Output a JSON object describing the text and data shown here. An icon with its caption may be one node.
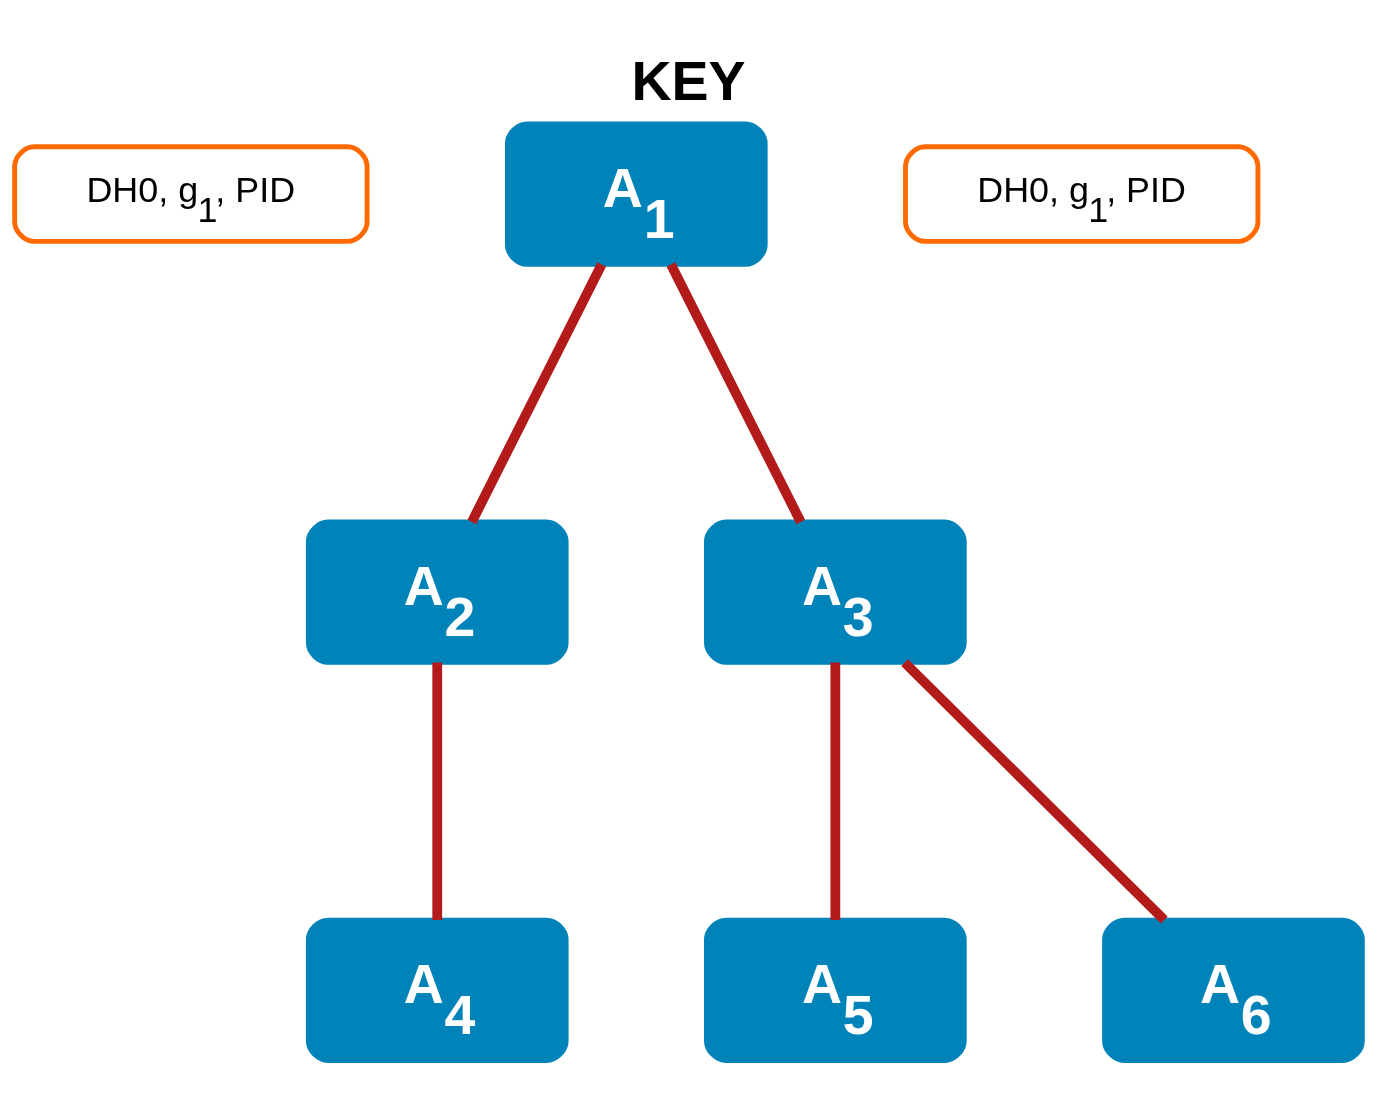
{
  "diagram": {
    "title": "KEY",
    "nodes": [
      {
        "text": [
          "A$_{1}$"
        ]
      },
      {
        "text": [
          "DH0, g$_{1}$, PID"
        ]
      },
      {
        "text": [
          "DH0, g$_{1}$, PID"
        ]
      },
      {
        "text": [
          "A$_{2}$"
        ]
      },
      {
        "text": [
          "A$_{3}$"
        ]
      },
      {
        "text": [
          "A$_{4}$"
        ]
      },
      {
        "text": [
          "A$_{5}$"
        ]
      },
      {
        "text": [
          "A$_{6}$"
        ]
      }
    ],
    "edges": [
      {
        "from": 0,
        "to": 3,
        "arrow": "none"
      },
      {
        "from": 0,
        "to": 4,
        "arrow": "none"
      },
      {
        "from": 3,
        "to": 5,
        "arrow": "none"
      },
      {
        "from": 4,
        "to": 6,
        "arrow": "none"
      },
      {
        "from": 4,
        "to": 7,
        "arrow": "none"
      }
    ]
  }
}
